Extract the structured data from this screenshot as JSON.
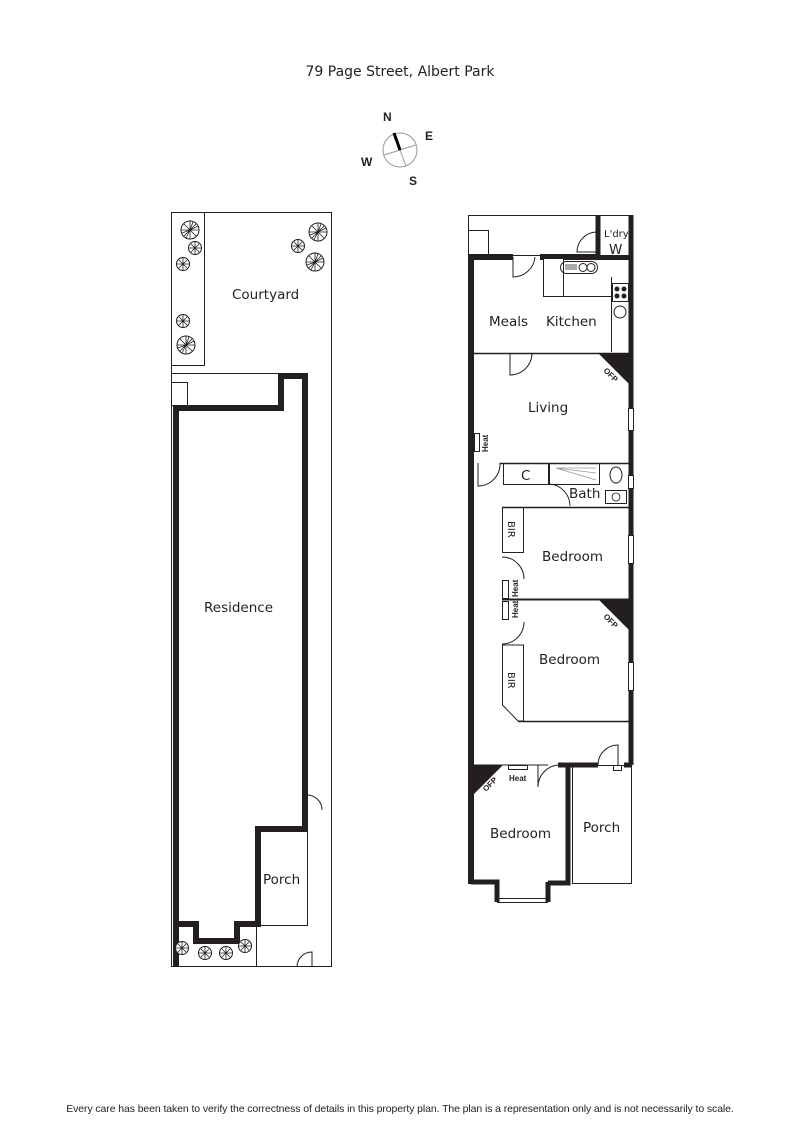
{
  "header": {
    "title": "79 Page Street,  Albert Park"
  },
  "compass": {
    "n": "N",
    "e": "E",
    "s": "S",
    "w": "W"
  },
  "site_plan": {
    "rooms": [
      {
        "label": "Courtyard"
      },
      {
        "label": "Residence"
      },
      {
        "label": "Porch"
      }
    ]
  },
  "floor_plan": {
    "rooms": [
      {
        "label": "L'dry"
      },
      {
        "label": "W"
      },
      {
        "label": "Meals"
      },
      {
        "label": "Kitchen"
      },
      {
        "label": "Living"
      },
      {
        "label": "C"
      },
      {
        "label": "Bath"
      },
      {
        "label": "Bedroom"
      },
      {
        "label": "Bedroom"
      },
      {
        "label": "Bedroom"
      },
      {
        "label": "Porch"
      }
    ],
    "fixtures": {
      "heat": "Heat",
      "ofp": "OFP",
      "bir": "BIR"
    }
  },
  "footer": {
    "disclaimer": "Every care has been taken to verify the correctness of details in this property plan. The plan is a representation only and is not necessarily to scale."
  },
  "colors": {
    "wall": "#231f20",
    "line": "#231f20",
    "background": "#ffffff"
  }
}
